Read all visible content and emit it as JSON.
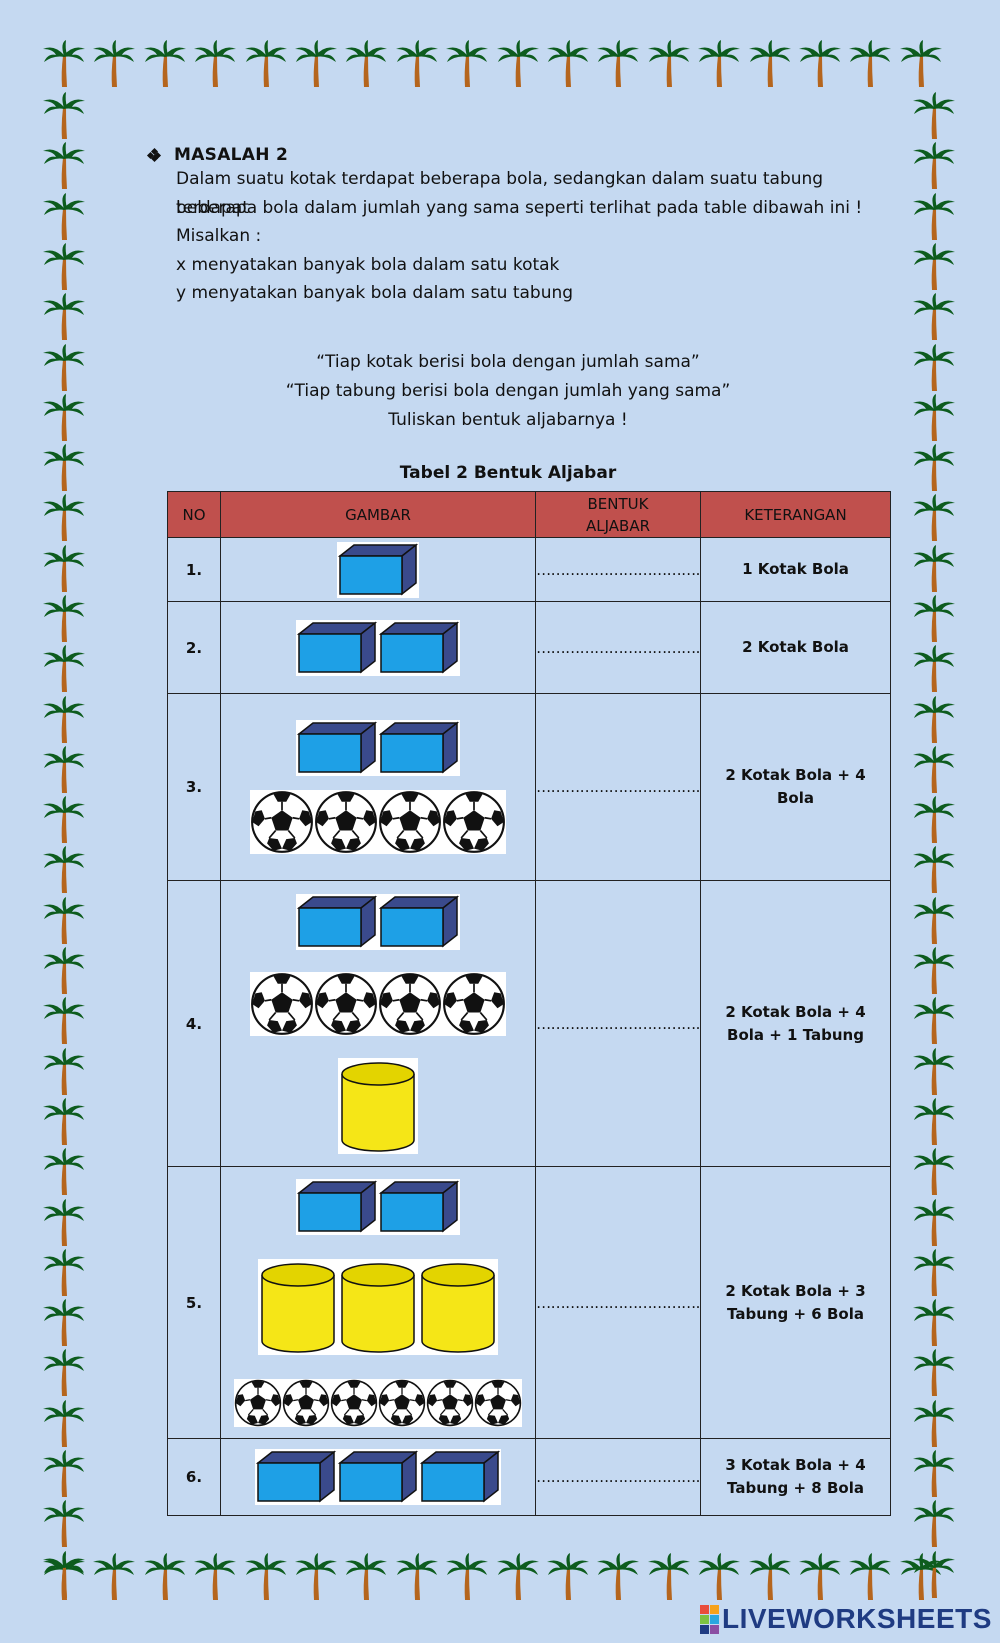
{
  "problem": {
    "title": "MASALAH 2",
    "lines": [
      "Dalam suatu kotak terdapat beberapa bola, sedangkan dalam suatu tabung terdapat",
      "beberapa bola dalam jumlah yang sama seperti terlihat pada table dibawah ini !",
      "Misalkan :",
      "x menyatakan banyak bola dalam satu kotak",
      "y menyatakan banyak bola dalam satu tabung"
    ],
    "quote1": "“Tiap kotak berisi bola dengan jumlah sama”",
    "quote2": "“Tiap tabung berisi bola dengan jumlah yang sama”",
    "instruction": "Tuliskan bentuk aljabarnya !"
  },
  "table": {
    "caption": "Tabel 2 Bentuk Aljabar",
    "headers": {
      "no": "NO",
      "gambar": "GAMBAR",
      "bentuk": "BENTUK ALJABAR",
      "keterangan": "KETERANGAN"
    },
    "blank": "…………………………….",
    "rows": [
      {
        "no": "1.",
        "boxes": 1,
        "balls": 0,
        "cylinders": 0,
        "keterangan": "1 Kotak Bola"
      },
      {
        "no": "2.",
        "boxes": 2,
        "balls": 0,
        "cylinders": 0,
        "keterangan": "2 Kotak Bola"
      },
      {
        "no": "3.",
        "boxes": 2,
        "balls": 4,
        "cylinders": 0,
        "keterangan": "2 Kotak Bola + 4 Bola"
      },
      {
        "no": "4.",
        "boxes": 2,
        "balls": 4,
        "cylinders": 1,
        "keterangan": "2 Kotak Bola + 4 Bola + 1 Tabung"
      },
      {
        "no": "5.",
        "boxes": 2,
        "balls": 6,
        "cylinders": 3,
        "keterangan": "2 Kotak Bola + 3 Tabung + 6 Bola"
      },
      {
        "no": "6.",
        "boxes": 3,
        "balls": 0,
        "cylinders": 0,
        "keterangan": "3 Kotak Bola + 4 Tabung + 8 Bola"
      }
    ]
  },
  "watermark": "LIVEWORKSHEETS",
  "colors": {
    "background": "#c5d9f1",
    "header": "#c0504d",
    "box_front": "#1ea0e6",
    "box_side": "#3a4a8c",
    "cylinder": "#f5e617",
    "palm_leaf": "#0d5c1e",
    "palm_trunk": "#b5651d"
  },
  "icons": {
    "border": "palm-tree-icon",
    "box": "blue-box-icon",
    "ball": "soccer-ball-icon",
    "cylinder": "yellow-cylinder-icon",
    "bullet": "diamond-bullet-icon"
  }
}
